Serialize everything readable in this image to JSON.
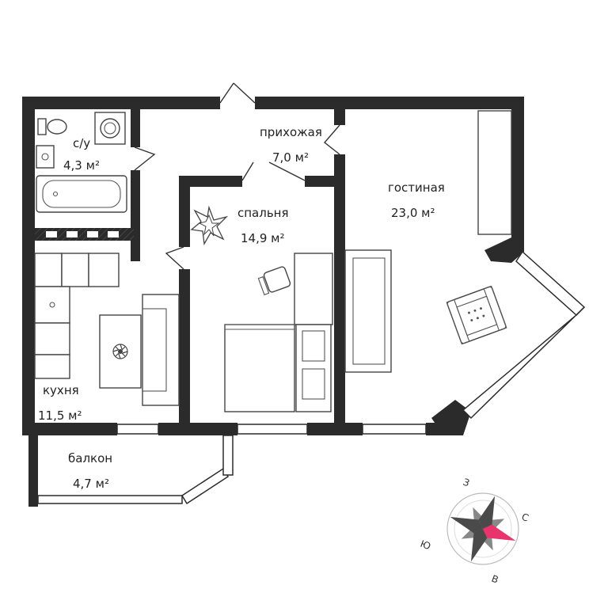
{
  "rooms": {
    "bathroom": {
      "name": "с/у",
      "area": "4,3 м²"
    },
    "hallway": {
      "name": "прихожая",
      "area": "7,0 м²"
    },
    "living": {
      "name": "гостиная",
      "area": "23,0 м²"
    },
    "bedroom": {
      "name": "спальня",
      "area": "14,9 м²"
    },
    "kitchen": {
      "name": "кухня",
      "area": "11,5 м²"
    },
    "balcony": {
      "name": "балкон",
      "area": "4,7 м²"
    }
  },
  "compass": {
    "north": "С",
    "south": "Ю",
    "east": "В",
    "west": "З",
    "north_color": "#e8336d",
    "body_color": "#4a4a4a"
  },
  "colors": {
    "wall": "#2b2b2b",
    "background": "#ffffff"
  }
}
